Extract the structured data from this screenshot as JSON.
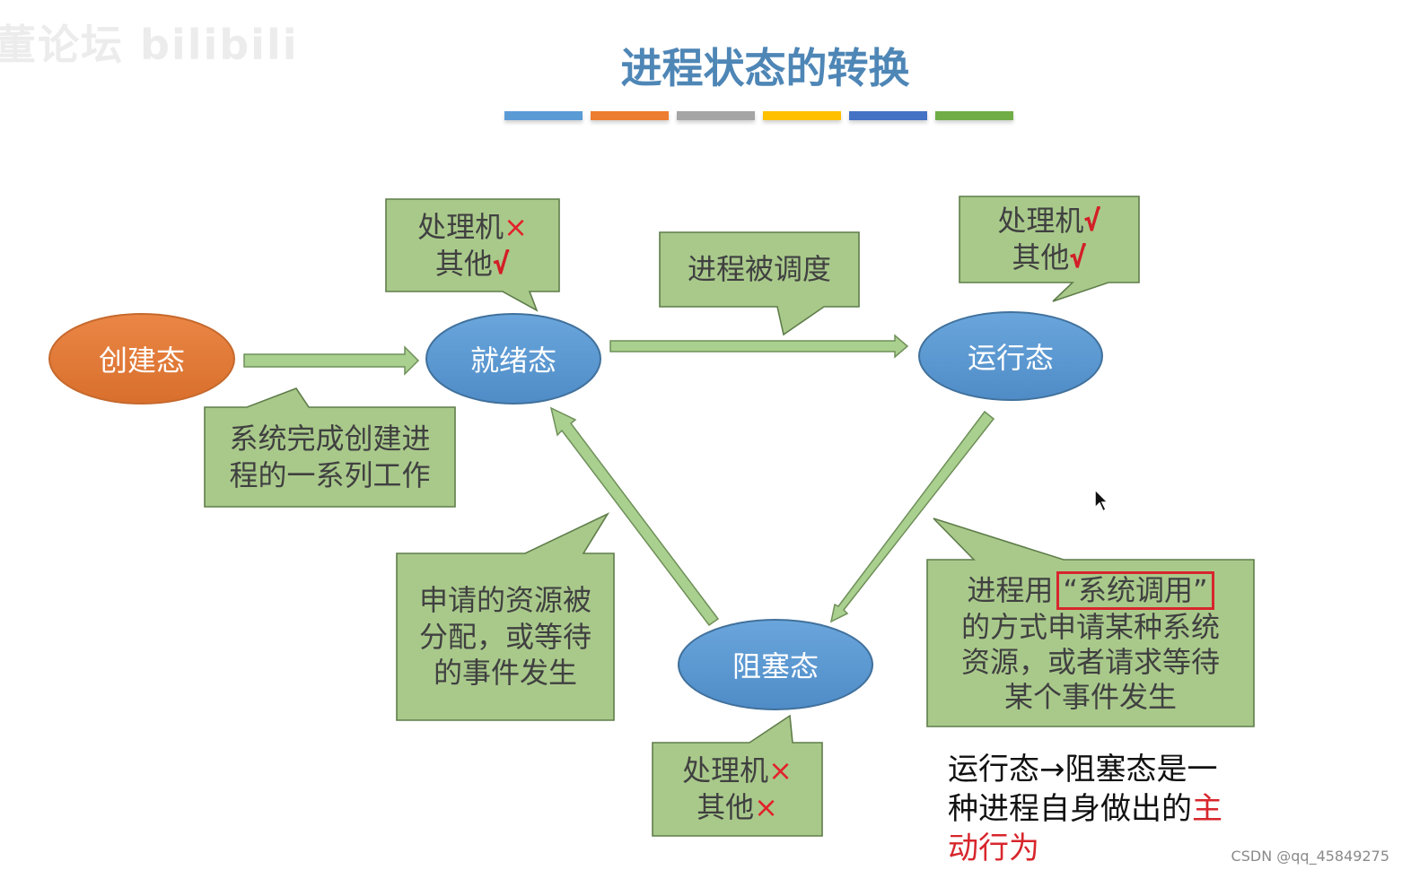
{
  "watermark": "董论坛 bilibili",
  "title": "进程状态的转换",
  "accent_bars": [
    "#5b9bd5",
    "#ed7d31",
    "#a5a5a5",
    "#ffc000",
    "#4472c4",
    "#70ad47"
  ],
  "colors": {
    "state_blue": "#5b9bd5",
    "state_orange": "#e07b3c",
    "callout_green": "#a9c98b",
    "arrow_green": "#a9d08e",
    "mark_red": "#d7262c"
  },
  "states": {
    "new": "创建态",
    "ready": "就绪态",
    "running": "运行态",
    "blocked": "阻塞态"
  },
  "callouts": {
    "ready_resources": {
      "line1": "处理机",
      "line1_mark": "×",
      "line2": "其他",
      "line2_mark": "√"
    },
    "running_resources": {
      "line1": "处理机",
      "line1_mark": "√",
      "line2": "其他",
      "line2_mark": "√"
    },
    "blocked_resources": {
      "line1": "处理机",
      "line1_mark": "×",
      "line2": "其他",
      "line2_mark": "×"
    },
    "scheduled": "进程被调度",
    "creation": {
      "line1": "系统完成创建进",
      "line2": "程的一系列工作"
    },
    "wakeup": {
      "line1": "申请的资源被",
      "line2": "分配，或等待",
      "line3": "的事件发生"
    },
    "block_reason": {
      "line1_prefix": "进程用",
      "line1_highlight": "“系统调用”",
      "line2": "的方式申请某种系统",
      "line3": "资源，或者请求等待",
      "line4": "某个事件发生"
    }
  },
  "note": {
    "text": "运行态→阻塞态是一种进程自身做出的",
    "emphasis": "主动行为"
  },
  "credit": "CSDN @qq_45849275"
}
